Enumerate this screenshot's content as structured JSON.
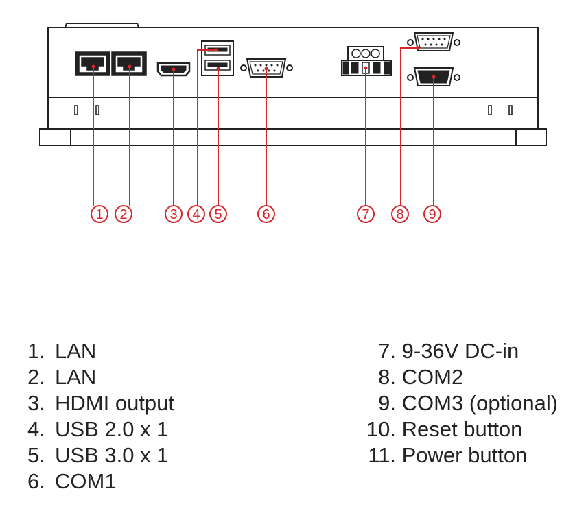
{
  "colors": {
    "line": "#222222",
    "callout": "#d6242b",
    "text": "#222222"
  },
  "callouts": [
    "1",
    "2",
    "3",
    "4",
    "5",
    "6",
    "7",
    "8",
    "9"
  ],
  "legend_left": [
    {
      "num": "1.",
      "label": "LAN"
    },
    {
      "num": "2.",
      "label": "LAN"
    },
    {
      "num": "3.",
      "label": "HDMI output"
    },
    {
      "num": "4.",
      "label": "USB 2.0 x 1"
    },
    {
      "num": "5.",
      "label": "USB 3.0 x 1"
    },
    {
      "num": "6.",
      "label": "COM1"
    }
  ],
  "legend_right": [
    {
      "num": "7.",
      "label": "9-36V DC-in"
    },
    {
      "num": "8.",
      "label": "COM2"
    },
    {
      "num": "9.",
      "label": "COM3 (optional)"
    },
    {
      "num": "10.",
      "label": "Reset button"
    },
    {
      "num": "11.",
      "label": "Power button"
    }
  ]
}
